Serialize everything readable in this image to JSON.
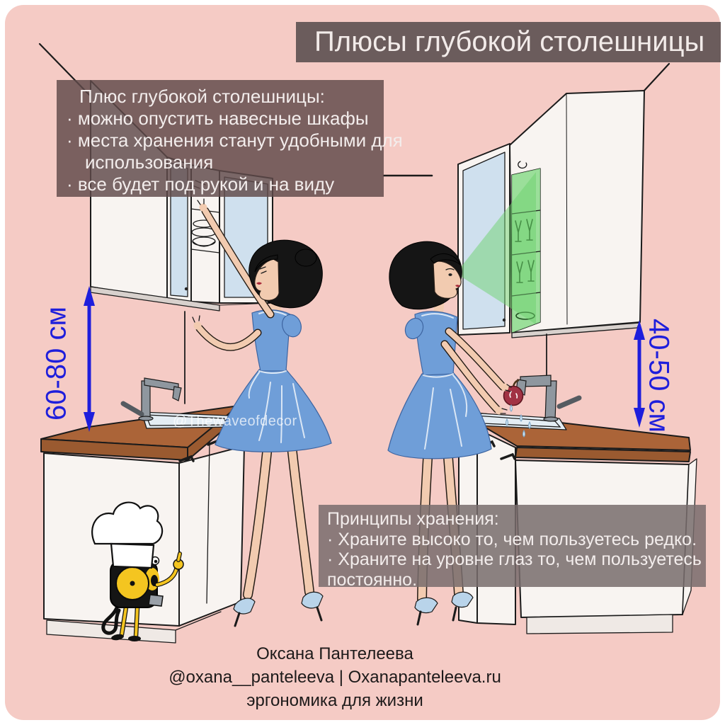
{
  "title_bar": {
    "text": "Плюсы глубокой столешницы"
  },
  "info_box_left": {
    "lines": [
      "Плюс глубокой столешницы:",
      "· можно опустить навесные шкафы",
      "· места хранения станут удобными для",
      "использования",
      "· все будет под рукой и на виду"
    ]
  },
  "info_box_principles": {
    "lines": [
      "Принципы хранения:",
      "· Храните высоко то, чем пользуетесь редко.",
      "· Храните на уровне глаз то, чем пользуетесь",
      "постоянно."
    ]
  },
  "measurements": {
    "left_label": "60-80 см",
    "right_label": "40-50 см"
  },
  "watermark": {
    "text": "@Thewaveofdecor"
  },
  "footer": {
    "author": "Оксана Пантелеева",
    "handle": "@oxana__panteleeva | Oxanapanteleeva.ru",
    "tagline": "эргономика для жизни"
  },
  "colors": {
    "background": "#f5cbc5",
    "panel": "#6b5c5c",
    "box_left": "rgba(96,74,74,0.83)",
    "box_mid": "rgba(120,108,108,0.85)",
    "accent": "#1e1edc",
    "counter": "#ab6438",
    "counter_edge": "#9a5a30",
    "cabinet_white": "#f8f4f1",
    "glass": "#cfe0ee",
    "dress": "#6f9ed8",
    "skin": "#f2cbb0",
    "hair": "#151515",
    "shelf_green": "#8bdb8b",
    "cone": "rgba(110,210,110,0.5)",
    "apple": "#a13244",
    "shoe": "#b9d4ea",
    "metal": "#8f979f",
    "mascot_yellow": "#f4c520"
  }
}
